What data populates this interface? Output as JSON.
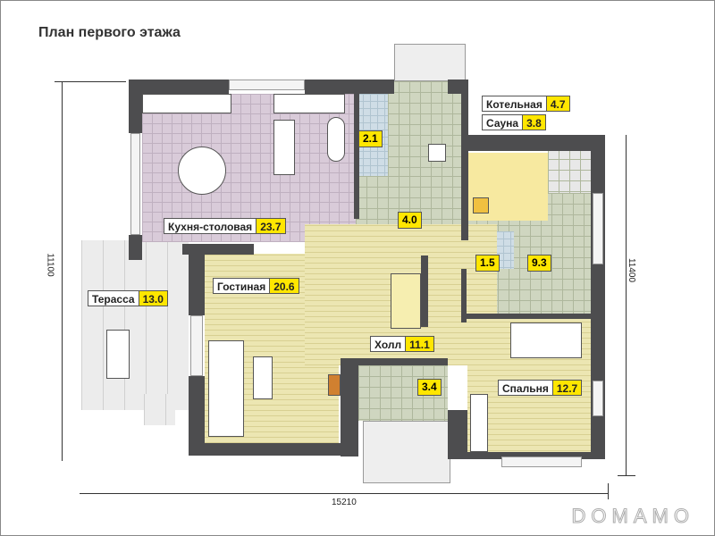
{
  "title": "План первого этажа",
  "rooms": {
    "kitchen": {
      "name": "Кухня-столовая",
      "area": "23.7"
    },
    "boiler": {
      "name": "Котельная",
      "area": "4.7"
    },
    "sauna": {
      "name": "Сауна",
      "area": "3.8"
    },
    "wc": {
      "area": "2.1"
    },
    "vestibule": {
      "area": "4.0"
    },
    "bath": {
      "area": "1.5"
    },
    "rest": {
      "area": "9.3"
    },
    "terrace": {
      "name": "Терасса",
      "area": "13.0"
    },
    "living": {
      "name": "Гостиная",
      "area": "20.6"
    },
    "hall": {
      "name": "Холл",
      "area": "11.1"
    },
    "entry": {
      "area": "3.4"
    },
    "bedroom": {
      "name": "Спальня",
      "area": "12.7"
    }
  },
  "dimensions": {
    "left": "11100",
    "right": "11400",
    "bottom": "15210"
  },
  "watermark": "DOMAMO",
  "colors": {
    "wall": "#4d4d4f",
    "label_accent": "#ffe600"
  }
}
